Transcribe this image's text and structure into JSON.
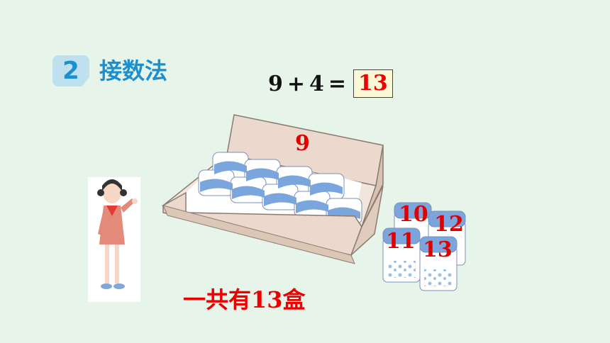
{
  "section": {
    "number": "2",
    "title": "接数法"
  },
  "equation": {
    "left": "9",
    "plus": "+",
    "right": "4",
    "equals": "=",
    "answer": "13"
  },
  "box_label": "9",
  "loose_labels": [
    "10",
    "12",
    "11",
    "13"
  ],
  "caption": "一共有13盒",
  "colors": {
    "background": "#e6f4ea",
    "accent_blue": "#1b8fd0",
    "answer_red": "#e00000",
    "answer_box": "#fbf8d5"
  }
}
